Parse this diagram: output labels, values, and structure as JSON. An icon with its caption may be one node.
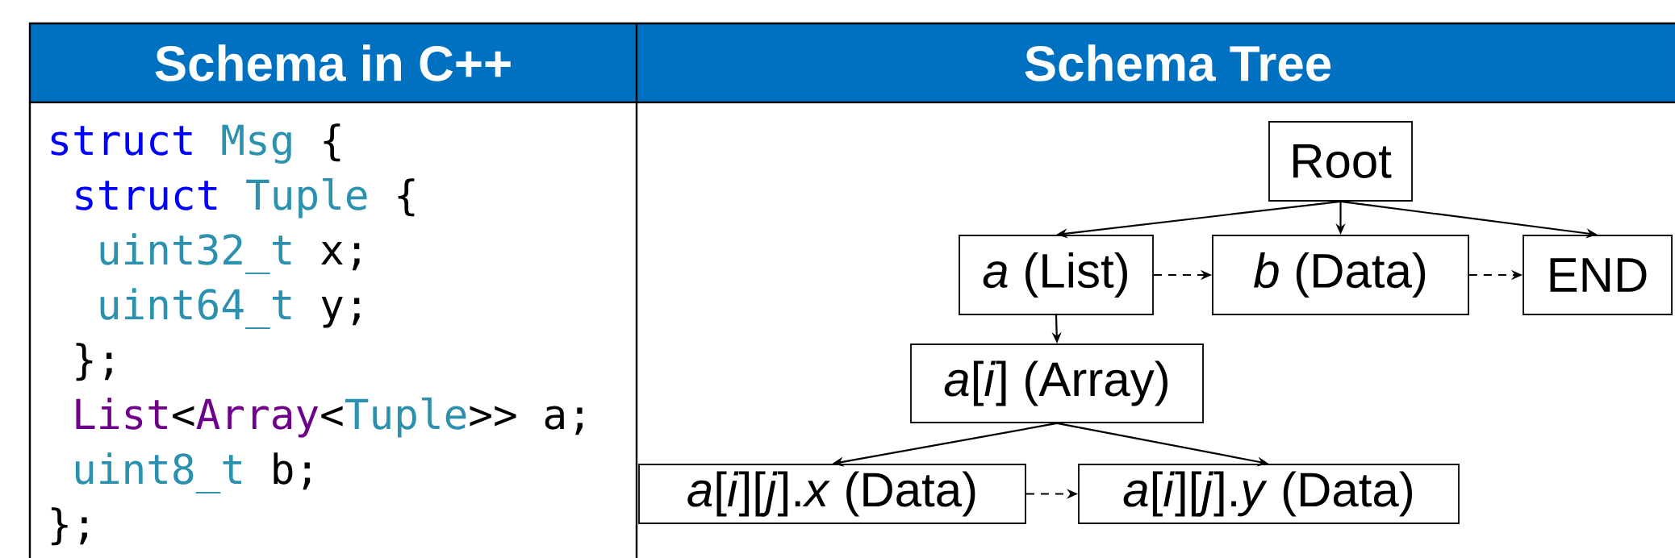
{
  "diagram": {
    "nodes": [
      {
        "text": [
          "Root"
        ]
      },
      {
        "text": [
          "*a* (List)"
        ]
      },
      {
        "text": [
          "*b* (Data)"
        ]
      },
      {
        "text": [
          "END"
        ]
      },
      {
        "text": [
          "*a*[*i*] (Array)"
        ]
      },
      {
        "text": [
          "*a*[*i*][*j*].*x* (Data)"
        ]
      },
      {
        "text": [
          "*a*[*i*][*j*].*y* (Data)"
        ]
      }
    ],
    "edges": [
      {
        "from": 0,
        "to": 1,
        "arrow": "to"
      },
      {
        "from": 0,
        "to": 2,
        "arrow": "to"
      },
      {
        "from": 0,
        "to": 3,
        "arrow": "to"
      },
      {
        "from": 1,
        "to": 2,
        "arrow": "to",
        "style": "dashed"
      },
      {
        "from": 2,
        "to": 3,
        "arrow": "to",
        "style": "dashed"
      },
      {
        "from": 1,
        "to": 4,
        "arrow": "to"
      },
      {
        "from": 4,
        "to": 5,
        "arrow": "to"
      },
      {
        "from": 4,
        "to": 6,
        "arrow": "to"
      },
      {
        "from": 5,
        "to": 6,
        "arrow": "to",
        "style": "dashed"
      }
    ],
    "labels": [
      "Schema in C++",
      "Schema Tree",
      "struct",
      "Msg",
      "{",
      "struct",
      "Tuple",
      "{",
      "uint32_t",
      "x;",
      "uint64_t",
      "y;",
      "};",
      "List",
      "<",
      "Array",
      "<",
      "Tuple",
      ">> a;",
      "uint8_t",
      "b;",
      "};"
    ]
  }
}
